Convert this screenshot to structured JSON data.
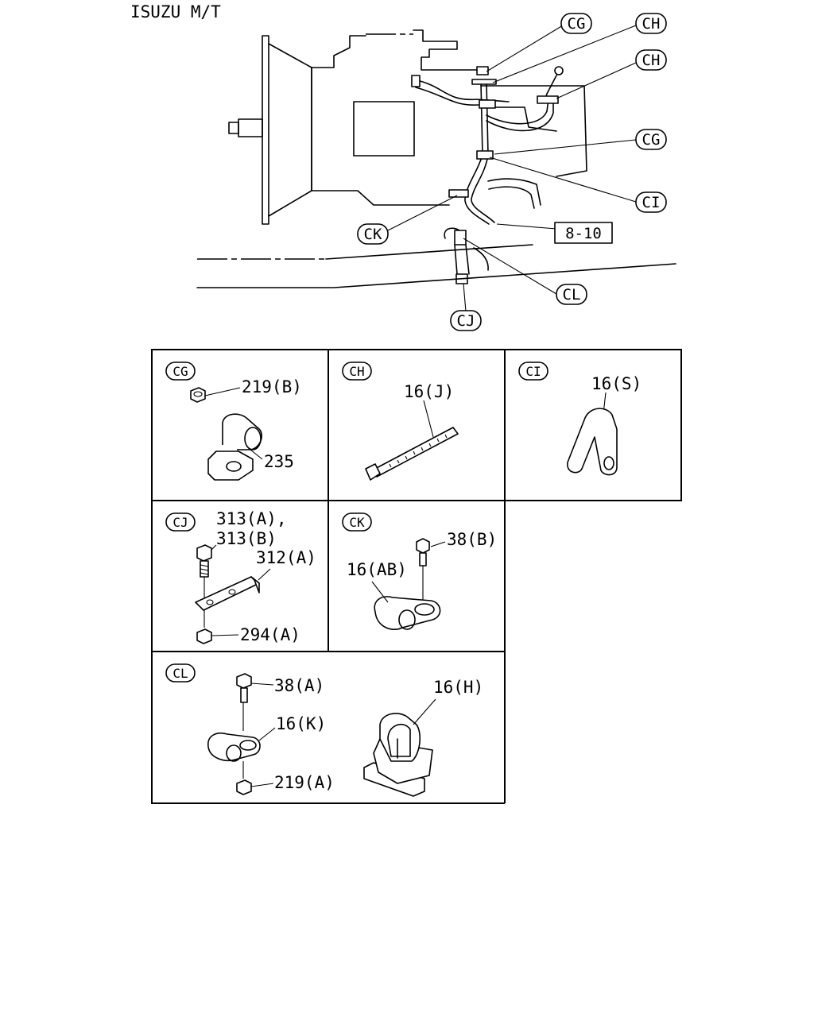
{
  "header": {
    "title": "ISUZU M/T"
  },
  "callouts": {
    "cg_top": "CG",
    "ch_top": "CH",
    "ch_right": "CH",
    "cg_mid": "CG",
    "ci": "CI",
    "ck": "CK",
    "ref": "8-10",
    "cl": "CL",
    "cj": "CJ"
  },
  "panels": {
    "cg": {
      "tag": "CG",
      "parts": [
        "219(B)",
        "235"
      ]
    },
    "ch": {
      "tag": "CH",
      "parts": [
        "16(J)"
      ]
    },
    "ci": {
      "tag": "CI",
      "parts": [
        "16(S)"
      ]
    },
    "cj": {
      "tag": "CJ",
      "parts": [
        "313(A),",
        "313(B)",
        "312(A)",
        "294(A)"
      ]
    },
    "ck": {
      "tag": "CK",
      "parts": [
        "38(B)",
        "16(AB)"
      ]
    },
    "cl": {
      "tag": "CL",
      "parts": [
        "38(A)",
        "16(K)",
        "219(A)",
        "16(H)"
      ]
    }
  }
}
